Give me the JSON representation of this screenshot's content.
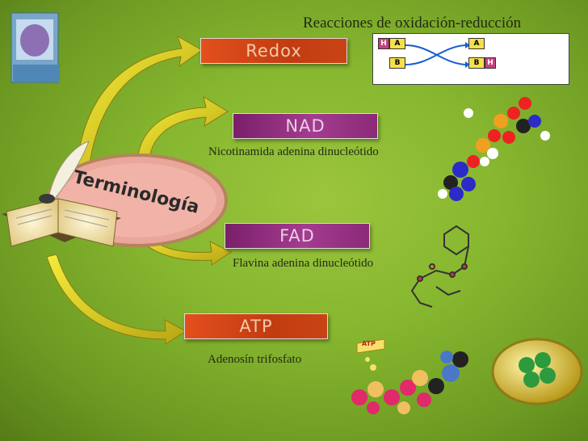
{
  "slide": {
    "title": "Reacciones de oxidación-reducción",
    "center_label": "Terminología",
    "items": [
      {
        "label": "Redox",
        "description": ""
      },
      {
        "label": "NAD",
        "description": "Nicotinamida adenina dinucleótido"
      },
      {
        "label": "FAD",
        "description": "Flavina adenina dinucleótido"
      },
      {
        "label": "ATP",
        "description": "Adenosín trifosfato"
      }
    ],
    "redox_diagram": {
      "h": "H",
      "a": "A",
      "b": "B"
    },
    "atp_tag": "ATP"
  },
  "colors": {
    "background": "#86b62f",
    "redox_banner": "#d2451a",
    "nad_banner": "#8f2d7c",
    "arrow": "#e3d21c"
  }
}
